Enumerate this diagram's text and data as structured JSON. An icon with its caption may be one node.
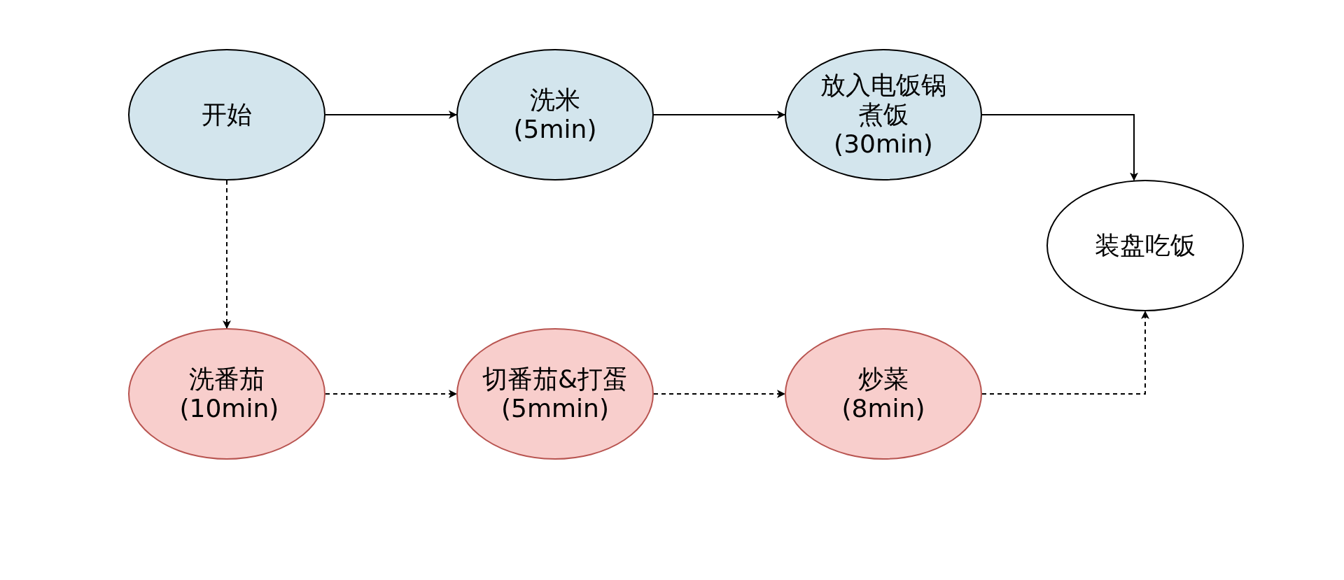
{
  "diagram": {
    "nodes": [
      {
        "text": [
          "开始"
        ]
      },
      {
        "text": [
          "洗米 (5min)"
        ]
      },
      {
        "text": [
          "放入电饭锅煮饭 (30min)"
        ]
      },
      {
        "text": [
          "装盘吃饭"
        ]
      },
      {
        "text": [
          "洗番茄 (10min)"
        ]
      },
      {
        "text": [
          "切番茄&打蛋 (5mmin)"
        ]
      },
      {
        "text": [
          "炒菜 (8min)"
        ]
      }
    ],
    "edges": [
      {
        "from": 0,
        "to": 1,
        "arrow": "to"
      },
      {
        "from": 1,
        "to": 2,
        "arrow": "to"
      },
      {
        "from": 2,
        "to": 3,
        "arrow": "to"
      },
      {
        "from": 0,
        "to": 4,
        "arrow": "to",
        "style": "dashed"
      },
      {
        "from": 4,
        "to": 5,
        "arrow": "to",
        "style": "dashed"
      },
      {
        "from": 5,
        "to": 6,
        "arrow": "to",
        "style": "dashed"
      },
      {
        "from": 6,
        "to": 3,
        "arrow": "to",
        "style": "dashed"
      }
    ]
  }
}
